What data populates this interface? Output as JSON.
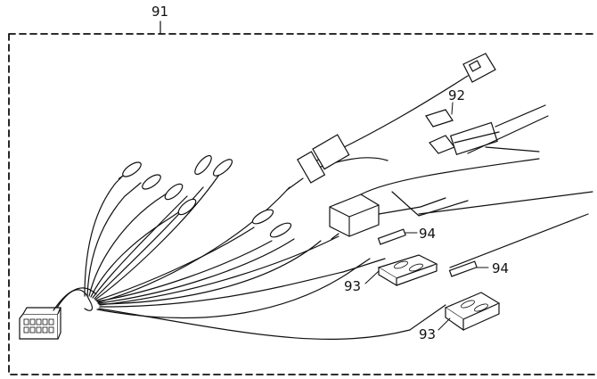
{
  "callouts": {
    "harness": "91",
    "fuse_holder": "92",
    "splice_connector_a": "93",
    "splice_connector_b": "93",
    "wire_tap_a": "94",
    "wire_tap_b": "94"
  },
  "colors": {
    "line": "#111111",
    "background": "#ffffff"
  }
}
